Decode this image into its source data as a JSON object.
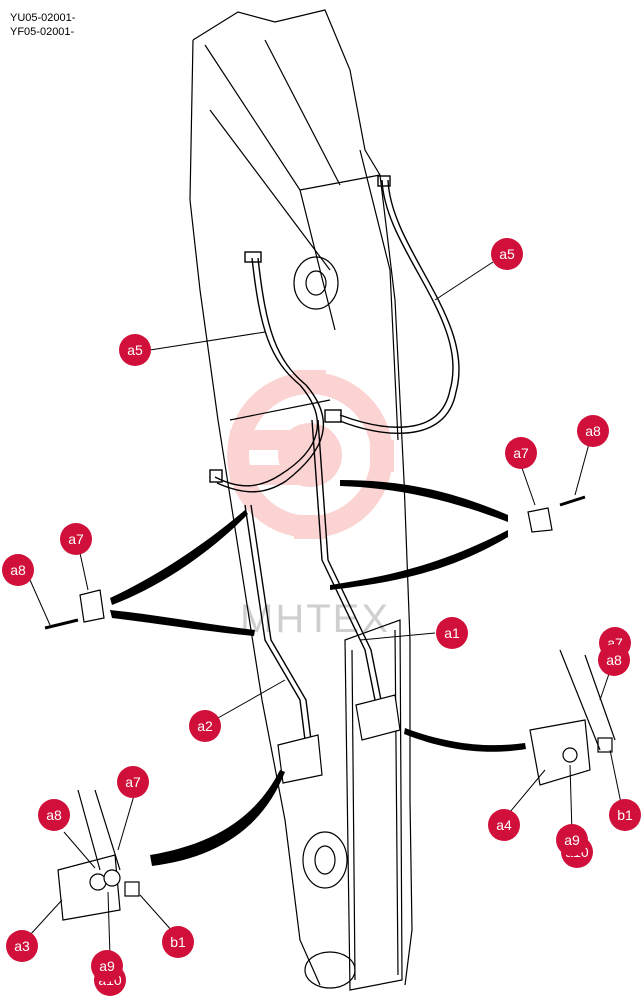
{
  "serials": [
    "YU05-02001-",
    "YF05-02001-"
  ],
  "watermark": "MHTEX",
  "colors": {
    "callout": "#d0103a",
    "line": "#000000",
    "watermark": "#f7a0a0"
  },
  "callouts": [
    {
      "id": "c-a5-top",
      "label": "a5"
    },
    {
      "id": "c-a5-left",
      "label": "a5"
    },
    {
      "id": "c-a7-right",
      "label": "a7"
    },
    {
      "id": "c-a8-right",
      "label": "a8"
    },
    {
      "id": "c-a7-left",
      "label": "a7"
    },
    {
      "id": "c-a8-left",
      "label": "a8"
    },
    {
      "id": "c-a1",
      "label": "a1"
    },
    {
      "id": "c-a2",
      "label": "a2"
    },
    {
      "id": "c-a7-br",
      "label": "a7"
    },
    {
      "id": "c-a8-br",
      "label": "a8"
    },
    {
      "id": "c-a4",
      "label": "a4"
    },
    {
      "id": "c-a9-br",
      "label": "a9"
    },
    {
      "id": "c-a10-br",
      "label": "a10"
    },
    {
      "id": "c-b1-br",
      "label": "b1"
    },
    {
      "id": "c-a7-bl",
      "label": "a7"
    },
    {
      "id": "c-a8-bl",
      "label": "a8"
    },
    {
      "id": "c-a3",
      "label": "a3"
    },
    {
      "id": "c-b1-bl",
      "label": "b1"
    },
    {
      "id": "c-a9-bl",
      "label": "a9"
    },
    {
      "id": "c-a10-bl",
      "label": "a10"
    }
  ]
}
